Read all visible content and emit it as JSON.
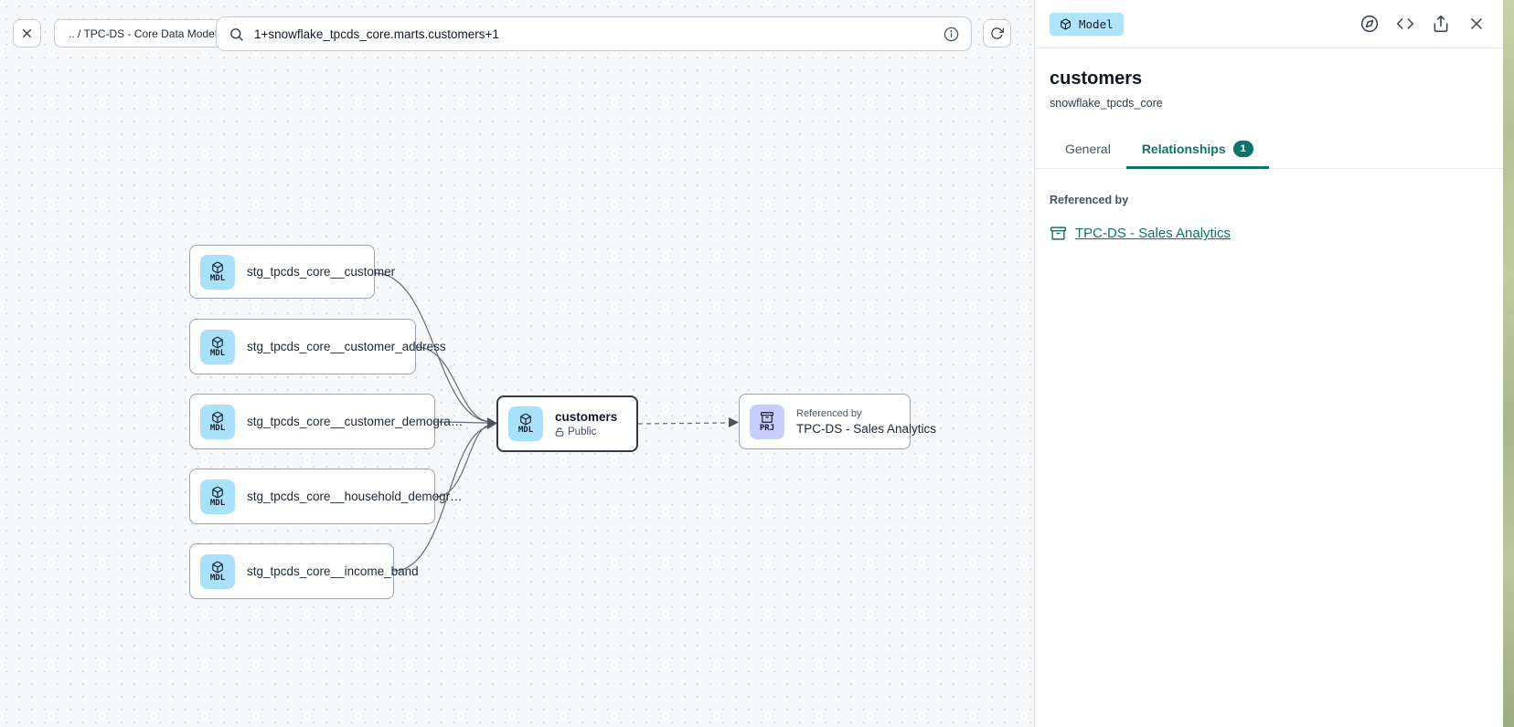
{
  "topbar": {
    "breadcrumb": ".. / TPC-DS - Core Data Models",
    "search": {
      "value": "1+snowflake_tpcds_core.marts.customers+1"
    }
  },
  "canvas": {
    "nodes": [
      {
        "type": "MDL",
        "label": "stg_tpcds_core__customer"
      },
      {
        "type": "MDL",
        "label": "stg_tpcds_core__customer_address"
      },
      {
        "type": "MDL",
        "label": "stg_tpcds_core__customer_demogra…"
      },
      {
        "type": "MDL",
        "label": "stg_tpcds_core__household_demogr…"
      },
      {
        "type": "MDL",
        "label": "stg_tpcds_core__income_band"
      },
      {
        "type": "MDL",
        "label": "customers",
        "visibility": "Public"
      },
      {
        "type": "PRJ",
        "kicker": "Referenced by",
        "label": "TPC-DS - Sales Analytics"
      }
    ]
  },
  "panel": {
    "type_badge": "Model",
    "title": "customers",
    "subtitle": "snowflake_tpcds_core",
    "tabs": [
      {
        "label": "General"
      },
      {
        "label": "Relationships",
        "badge": "1"
      }
    ],
    "referenced_by_label": "Referenced by",
    "reference_link": "TPC-DS - Sales Analytics"
  },
  "icons": {
    "close": "close-icon",
    "search": "search-icon",
    "info": "info-icon",
    "refresh": "refresh-icon",
    "compass": "compass-icon",
    "code": "code-icon",
    "share": "share-icon",
    "cube": "cube-icon",
    "archive": "archive-icon",
    "unlock": "unlock-icon"
  },
  "colors": {
    "accent_teal": "#0d7468",
    "model_chip_blue": "#a9e0fa",
    "project_chip_purple": "#c7cdfc",
    "type_badge_blue": "#b0e3fc",
    "canvas_bg": "#f7f8f9",
    "node_border": "#98a2b3",
    "selected_border": "#333a46"
  }
}
